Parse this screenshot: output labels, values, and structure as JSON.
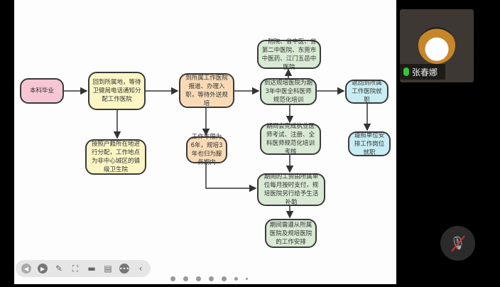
{
  "flow": {
    "graduate": "本科毕业",
    "return_home": "回到所属地，等待卫健局电话通知分配工作医院",
    "household": "按照户籍所在地进行分配，工作地点为非中心城区的镇级卫生院",
    "report": "到所属工作医院报道、办理入职，等待外送规培",
    "years": "工作年限为6年，规培3年也归为服务期内",
    "hospitals": "一附院、省中医、省第二中医院、东莞市中医药、江门五邑中医院",
    "training": "到达规培医院为期3年中医全科医师规范化培训",
    "exams": "期间会完成执业医师考试、注册、全科医师规范化培训考核",
    "salary": "期间的工资由所属单位每月按时支付，规培医院另行给予生活补助",
    "obey": "期间需遵从所属医院及规培医院的工作安排",
    "back": "返回到所属工作医院就职",
    "assign": "遵照单位安排工作岗位就职"
  },
  "participant": {
    "name": "张春娜"
  },
  "toolbar": {
    "icons": [
      "back-icon",
      "play-icon",
      "pen-icon",
      "screenshot-icon",
      "camera-icon",
      "comment-icon",
      "more-icon",
      "collapse-icon"
    ]
  },
  "pager": {
    "pages": 7
  },
  "colors": {
    "pink": "#f6c6d5",
    "yellow": "#fbf6c4",
    "peach": "#f8dbb6",
    "green": "#d8e9d4",
    "blue": "#c8edf3"
  }
}
